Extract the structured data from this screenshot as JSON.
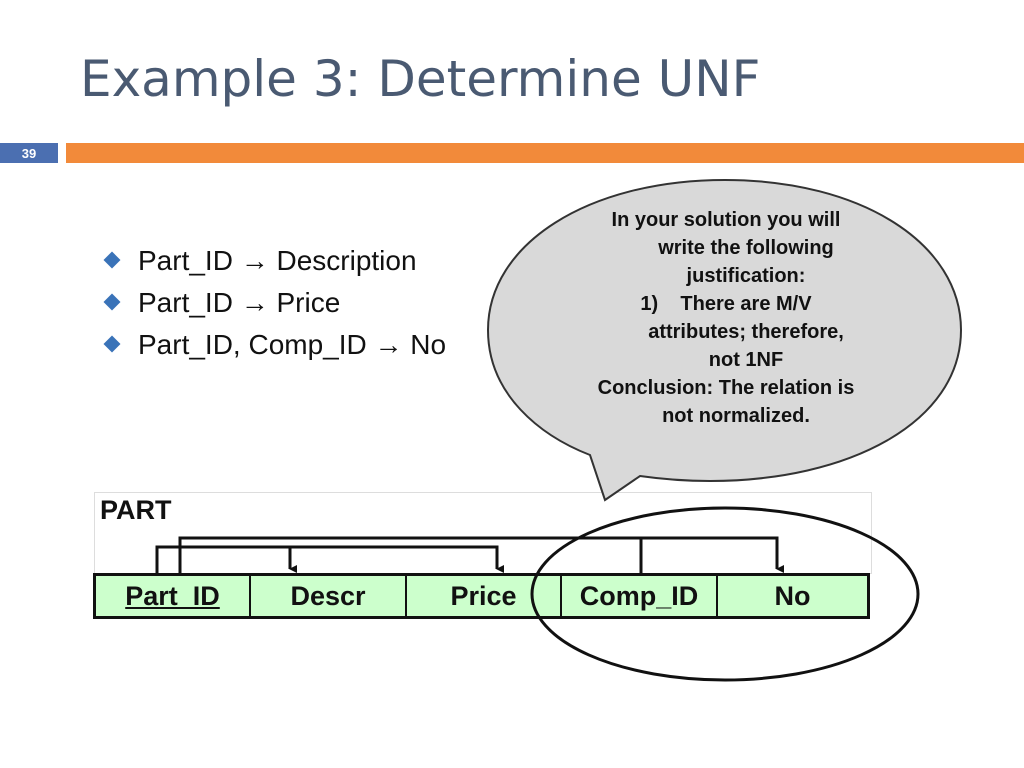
{
  "slide": {
    "title": "Example 3: Determine UNF",
    "page_number": "39",
    "accent_color": "#f28a3a",
    "badge_color": "#4b6fb1"
  },
  "bullets": [
    {
      "text": "Part_ID → Description"
    },
    {
      "text": "Part_ID → Price"
    },
    {
      "text": "Part_ID, Comp_ID → No"
    }
  ],
  "callout": {
    "lines": [
      "In your solution you will",
      "write the following",
      "justification:",
      "1)    There are M/V",
      "attributes; therefore,",
      "not 1NF",
      "Conclusion: The relation is",
      "not normalized."
    ],
    "fill_color": "#d9d9d9"
  },
  "table": {
    "name": "PART",
    "fill_color": "#ccffcc",
    "columns": [
      {
        "label": "Part_ID",
        "primary_key": true
      },
      {
        "label": "Descr",
        "primary_key": false
      },
      {
        "label": "Price",
        "primary_key": false
      },
      {
        "label": "Comp_ID",
        "primary_key": false
      },
      {
        "label": "No",
        "primary_key": false
      }
    ]
  }
}
